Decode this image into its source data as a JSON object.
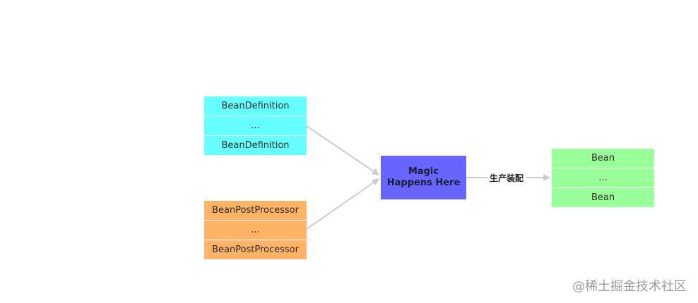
{
  "definitions": {
    "items": [
      "BeanDefinition",
      "...",
      "BeanDefinition"
    ]
  },
  "processors": {
    "items": [
      "BeanPostProcessor",
      "...",
      "BeanPostProcessor"
    ]
  },
  "magic": {
    "line1": "Magic",
    "line2": "Happens Here"
  },
  "edge_label": "生产装配",
  "beans": {
    "items": [
      "Bean",
      "...",
      "Bean"
    ]
  },
  "watermark": "@稀土掘金技术社区",
  "colors": {
    "definitions": "#66ffff",
    "processors": "#ffb366",
    "magic": "#6666ff",
    "beans": "#99ff99",
    "arrow": "#cccccc"
  }
}
